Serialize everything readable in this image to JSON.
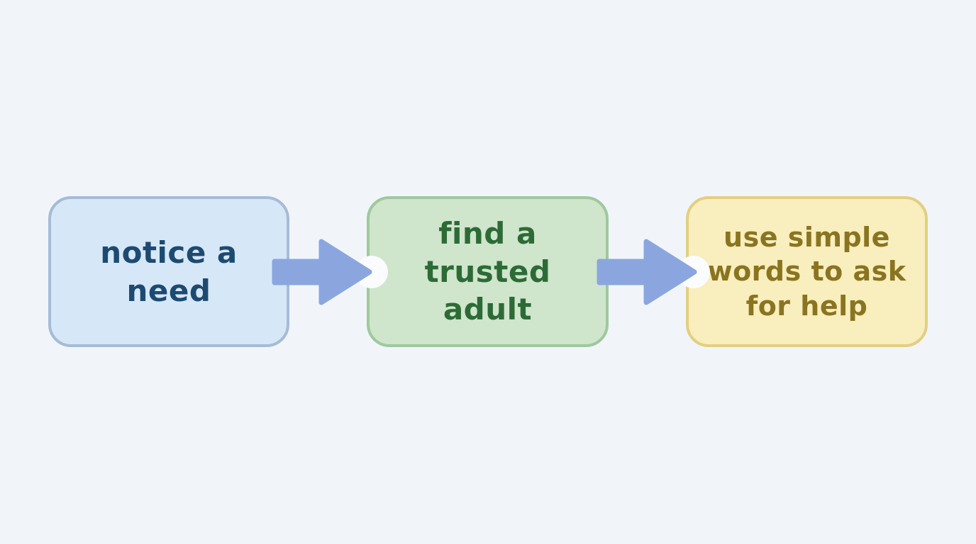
{
  "diagram": {
    "type": "flowchart",
    "direction": "left-to-right",
    "background_color": "#f1f5fa",
    "steps": [
      {
        "id": "step-1",
        "label": "notice a\nneed",
        "fill_color": "#d6e7f8",
        "border_color": "#a6bbd7",
        "text_color": "#1d4a70"
      },
      {
        "id": "step-2",
        "label": "find a\ntrusted\nadult",
        "fill_color": "#cfe5cc",
        "border_color": "#a0c89e",
        "text_color": "#2d6b36"
      },
      {
        "id": "step-3",
        "label": "use simple\nwords to ask\nfor help",
        "fill_color": "#f9eebd",
        "border_color": "#e3cf80",
        "text_color": "#8a7420"
      }
    ],
    "connectors": [
      {
        "id": "arrow-1",
        "from": "step-1",
        "to": "step-2",
        "color": "#8ba6df"
      },
      {
        "id": "arrow-2",
        "from": "step-2",
        "to": "step-3",
        "color": "#8ba6df"
      }
    ],
    "notch_color": "#fafcff"
  }
}
